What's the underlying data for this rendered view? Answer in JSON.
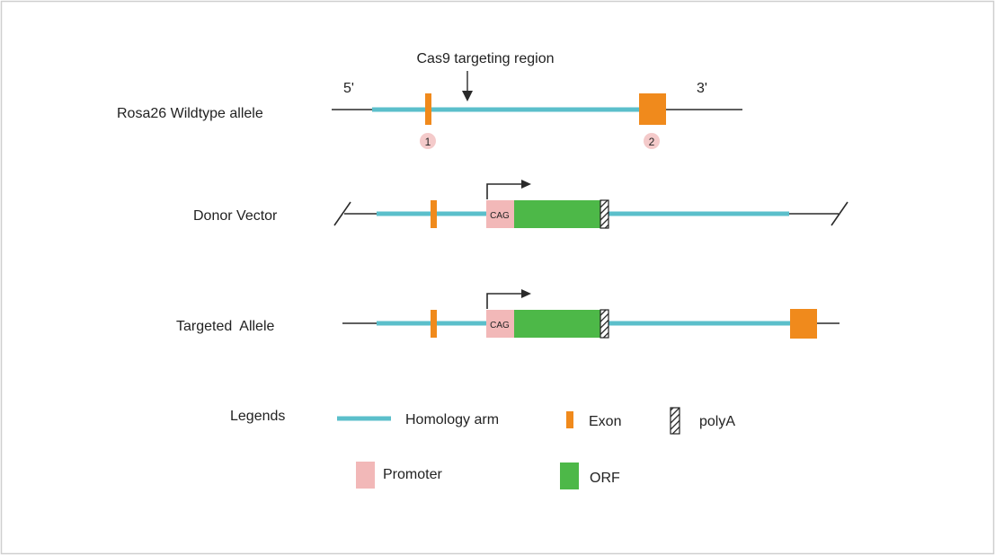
{
  "annotation": {
    "cas9_label": "Cas9 targeting region"
  },
  "wildtype": {
    "label": "Rosa26 Wildtype allele",
    "five_prime": "5'",
    "three_prime": "3'",
    "exon1_number": "1",
    "exon2_number": "2"
  },
  "donor": {
    "label": "Donor Vector",
    "promoter_text": "CAG"
  },
  "targeted": {
    "label": "Targeted  Allele",
    "promoter_text": "CAG"
  },
  "legend": {
    "title": "Legends",
    "homology_arm": "Homology arm",
    "exon": "Exon",
    "polya": "polyA",
    "promoter": "Promoter",
    "orf": "ORF"
  },
  "colors": {
    "homology_arm": "#5bbfcb",
    "exon": "#f08a1c",
    "promoter": "#f2b8b8",
    "orf": "#4db848",
    "exon_number_circle": "#f4caca",
    "line": "#2a2a2a",
    "frame": "#cfcfcf"
  }
}
